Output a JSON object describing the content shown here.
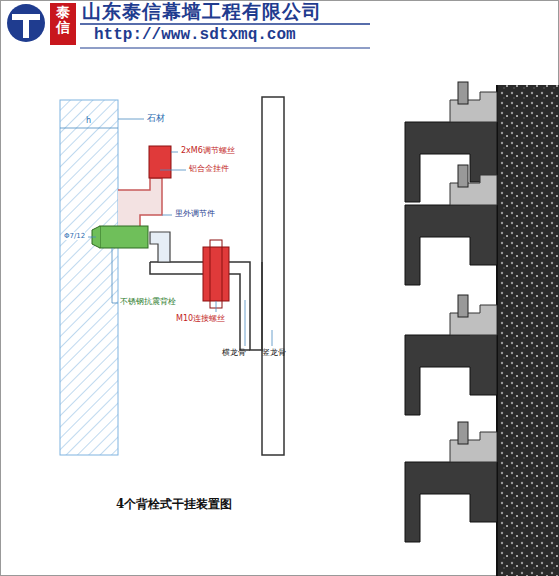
{
  "diagram": {
    "title": "山东泰信幕墙工程有限公司",
    "caption": "4个背栓式干挂装置图",
    "labels": [
      "http://www.sdtxmq.com",
      "泰信",
      "石材",
      "2xM6调节螺丝",
      "铝合金挂件",
      "里外调节件",
      "不锈钢抗震背栓",
      "M10连接螺丝",
      "横龙骨",
      "竖龙骨",
      "h",
      "Φ7/12"
    ]
  }
}
